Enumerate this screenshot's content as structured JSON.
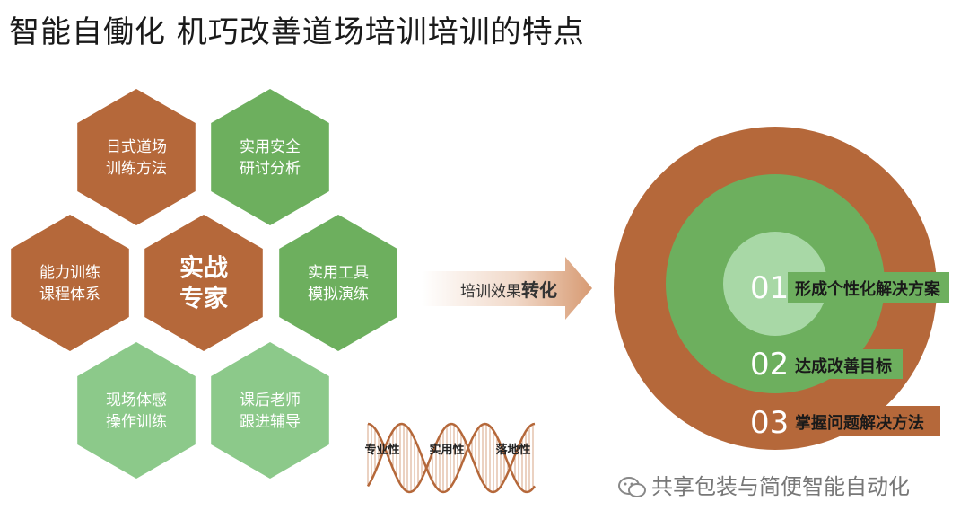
{
  "title": "智能自働化 机巧改善道场培训培训的特点",
  "colors": {
    "orange": "#B5683A",
    "green": "#6DAF5E",
    "light_green": "#8CC98A",
    "pale_green": "#A8D8A6",
    "white": "#FFFFFF"
  },
  "hexagons": [
    {
      "id": "hex-japan-dojo",
      "lines": [
        "日式道场",
        "训练方法"
      ],
      "color": "orange",
      "bold": false
    },
    {
      "id": "hex-safety-study",
      "lines": [
        "实用安全",
        "研讨分析"
      ],
      "color": "green",
      "bold": false
    },
    {
      "id": "hex-ability-course",
      "lines": [
        "能力训练",
        "课程体系"
      ],
      "color": "orange",
      "bold": false
    },
    {
      "id": "hex-practical-expert",
      "lines": [
        "实战",
        "专家"
      ],
      "color": "orange",
      "bold": true
    },
    {
      "id": "hex-tool-simulation",
      "lines": [
        "实用工具",
        "模拟演练"
      ],
      "color": "green",
      "bold": false
    },
    {
      "id": "hex-onsite-training",
      "lines": [
        "现场体感",
        "操作训练"
      ],
      "color": "light_green",
      "bold": false
    },
    {
      "id": "hex-teacher-followup",
      "lines": [
        "课后老师",
        "跟进辅导"
      ],
      "color": "light_green",
      "bold": false
    }
  ],
  "wave_labels": [
    "专业性",
    "实用性",
    "落地性"
  ],
  "arrow": {
    "text_small": "培训效果",
    "text_big": "转化"
  },
  "targets": [
    {
      "number": "01",
      "label": "形成个性化解决方案"
    },
    {
      "number": "02",
      "label": "达成改善目标"
    },
    {
      "number": "03",
      "label": "掌握问题解决方法"
    }
  ],
  "watermark": "共享包装与简便智能自动化"
}
